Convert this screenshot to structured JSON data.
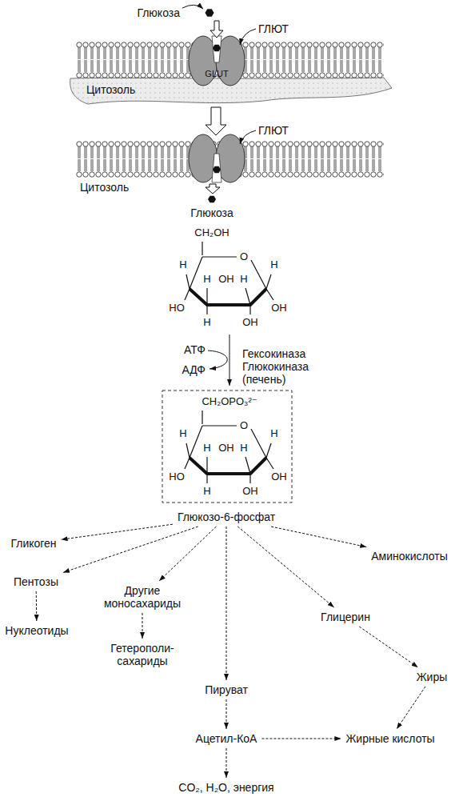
{
  "diagram": {
    "nodes": [
      {
        "text": [
          "Глюкоза"
        ]
      },
      {
        "text": [
          "Глюкозо-6-фосфат"
        ]
      },
      {
        "text": [
          "Гликоген"
        ]
      },
      {
        "text": [
          "Пентозы"
        ]
      },
      {
        "text": [
          "Нуклеотиды"
        ]
      },
      {
        "text": [
          "Другие моносахариды"
        ]
      },
      {
        "text": [
          "Гетерополи- сахариды"
        ]
      },
      {
        "text": [
          "Пируват"
        ]
      },
      {
        "text": [
          "Ацетил-КоА"
        ]
      },
      {
        "text": [
          "CO₂, H₂O, энергия"
        ]
      },
      {
        "text": [
          "Аминокислоты"
        ]
      },
      {
        "text": [
          "Глицерин"
        ]
      },
      {
        "text": [
          "Жиры"
        ]
      },
      {
        "text": [
          "Жирные кислоты"
        ]
      }
    ],
    "edges": [
      {
        "from": 1,
        "to": 2,
        "arrow": "to"
      },
      {
        "from": 1,
        "to": 3,
        "arrow": "to"
      },
      {
        "from": 3,
        "to": 4,
        "arrow": "to"
      },
      {
        "from": 1,
        "to": 5,
        "arrow": "to"
      },
      {
        "from": 5,
        "to": 6,
        "arrow": "to"
      },
      {
        "from": 1,
        "to": 7,
        "arrow": "to"
      },
      {
        "from": 7,
        "to": 8,
        "arrow": "to"
      },
      {
        "from": 8,
        "to": 9,
        "arrow": "to"
      },
      {
        "from": 8,
        "to": 13,
        "arrow": "to"
      },
      {
        "from": 1,
        "to": 10,
        "arrow": "to"
      },
      {
        "from": 1,
        "to": 11,
        "arrow": "to"
      },
      {
        "from": 11,
        "to": 12,
        "arrow": "to"
      },
      {
        "from": 12,
        "to": 13,
        "arrow": "to"
      }
    ],
    "labels": [
      "Глюкоза",
      "ГЛЮТ",
      "GLUT",
      "Цитозоль",
      "ГЛЮТ",
      "Цитозоль",
      "CH₂OH",
      "H",
      "O",
      "H",
      "H",
      "OH",
      "H",
      "HO",
      "OH",
      "H",
      "OH",
      "АТФ",
      "АДФ",
      "Гексокиназа Глюкокиназа (печень)",
      "CH₂OPO₃²⁻",
      "H",
      "O",
      "H",
      "H",
      "OH",
      "H",
      "HO",
      "OH",
      "H",
      "OH"
    ]
  }
}
